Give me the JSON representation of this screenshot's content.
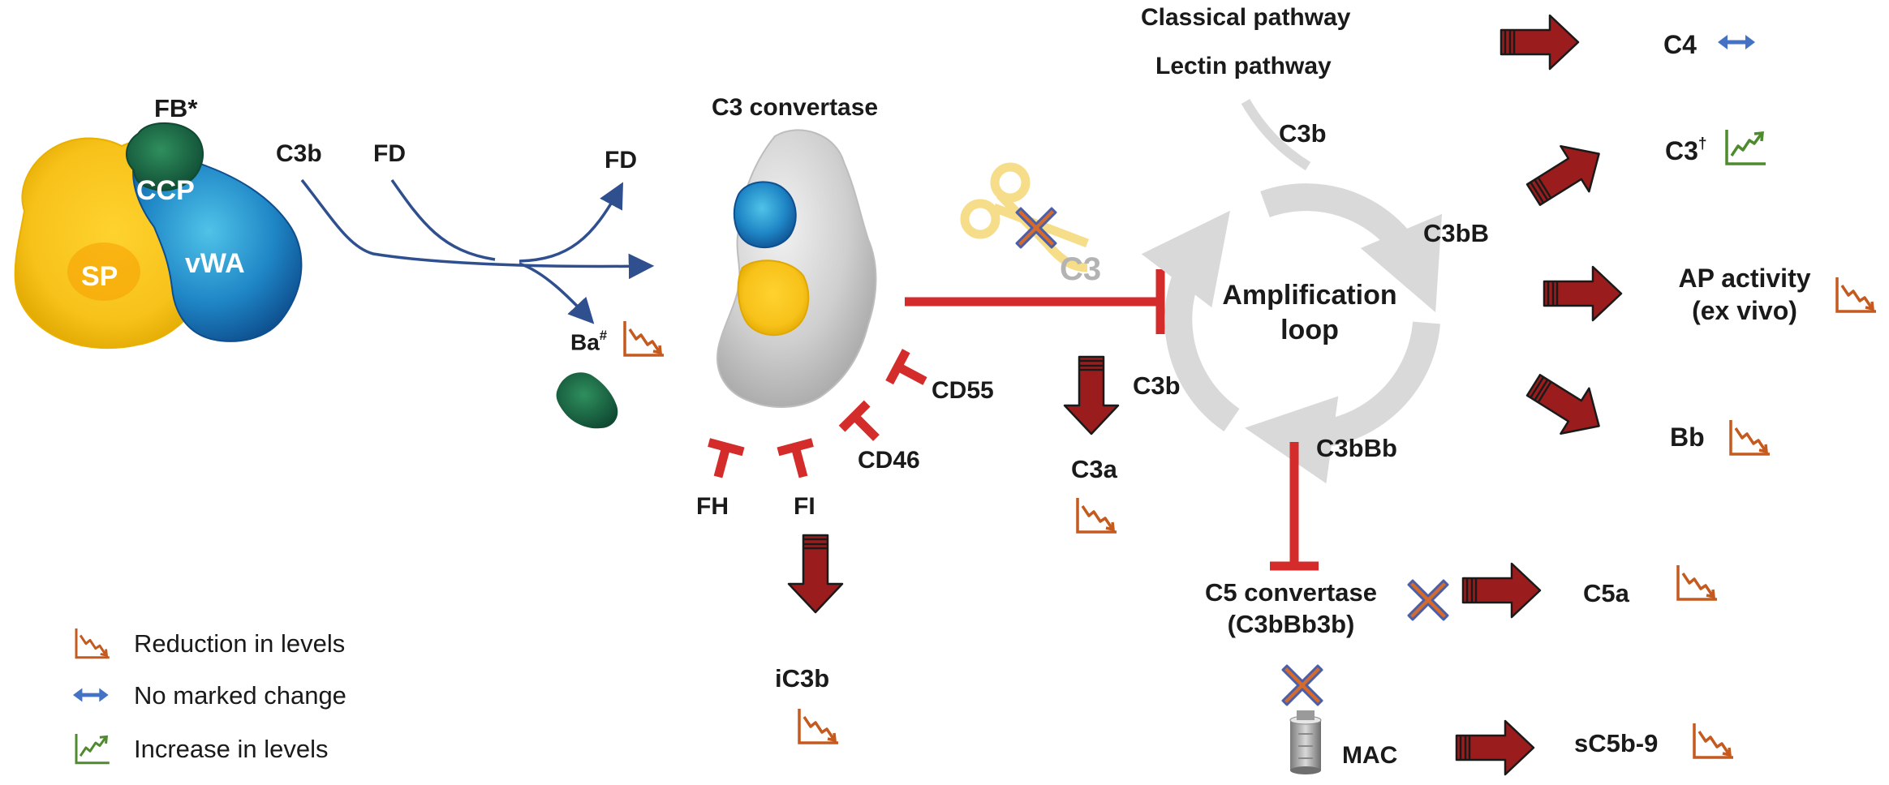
{
  "labels": {
    "fb_title": "FB*",
    "ccp": "CCP",
    "sp": "SP",
    "vwa": "vWA",
    "c3b_in": "C3b",
    "fd_in": "FD",
    "fd_out": "FD",
    "ba": "Ba",
    "ba_mark": "#",
    "c3_convertase": "C3 convertase",
    "cd55": "CD55",
    "cd46": "CD46",
    "fh": "FH",
    "fi": "FI",
    "ic3b": "iC3b",
    "c3_substrate": "C3",
    "c3b_split": "C3b",
    "c3a": "C3a",
    "classical": "Classical pathway",
    "lectin": "Lectin pathway",
    "c3b_top": "C3b",
    "c3bb": "C3bB",
    "loop_line1": "Amplification",
    "loop_line2": "loop",
    "c3bbb": "C3bBb",
    "c5_conv_line1": "C5 convertase",
    "c5_conv_line2": "(C3bBb3b)",
    "mac": "MAC",
    "c5a": "C5a",
    "sc5b9": "sC5b-9",
    "c4": "C4",
    "c3": "C3",
    "c3_mark": "†",
    "ap_line1": "AP activity",
    "ap_line2": "(ex vivo)",
    "bb": "Bb"
  },
  "legend": {
    "reduction": "Reduction in levels",
    "no_change": "No marked change",
    "increase": "Increase in levels"
  },
  "indicators": {
    "ba": "reduction",
    "c3a": "reduction",
    "ic3b": "reduction",
    "c5a": "reduction",
    "sc5b9": "reduction",
    "c4": "no_change",
    "c3": "increase",
    "ap_activity": "reduction",
    "bb": "reduction"
  },
  "colors": {
    "reduction": "#c55a1e",
    "no_change": "#4472c4",
    "increase": "#4e8a2e",
    "inhibitor": "#d42b2b",
    "product_arrow": "#9b1c1c",
    "flow_line": "#2f4f8f",
    "loop": "#d9d9d9",
    "blocked_x": "#d66a2a"
  },
  "icons": {
    "scissors": "scissors-icon",
    "block": "cross-icon",
    "mac": "cylinder-icon"
  }
}
